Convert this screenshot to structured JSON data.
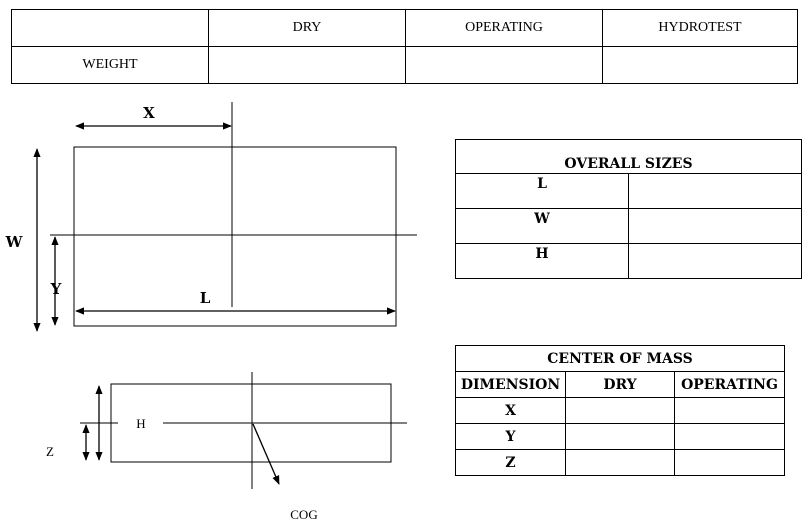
{
  "weight_table": {
    "headers": [
      "",
      "DRY",
      "OPERATING",
      "HYDROTEST"
    ],
    "row_label": "WEIGHT"
  },
  "plan_view": {
    "x_label": "X",
    "w_label": "W",
    "y_label": "Y",
    "l_label": "L"
  },
  "overall_sizes": {
    "title": "OVERALL SIZES",
    "rows": [
      "L",
      "W",
      "H"
    ]
  },
  "elevation_view": {
    "h_label": "H",
    "z_label": "Z",
    "cog_label": "COG"
  },
  "center_of_mass": {
    "title": "CENTER OF MASS",
    "headers": [
      "DIMENSION",
      "DRY",
      "OPERATING"
    ],
    "rows": [
      "X",
      "Y",
      "Z"
    ]
  }
}
